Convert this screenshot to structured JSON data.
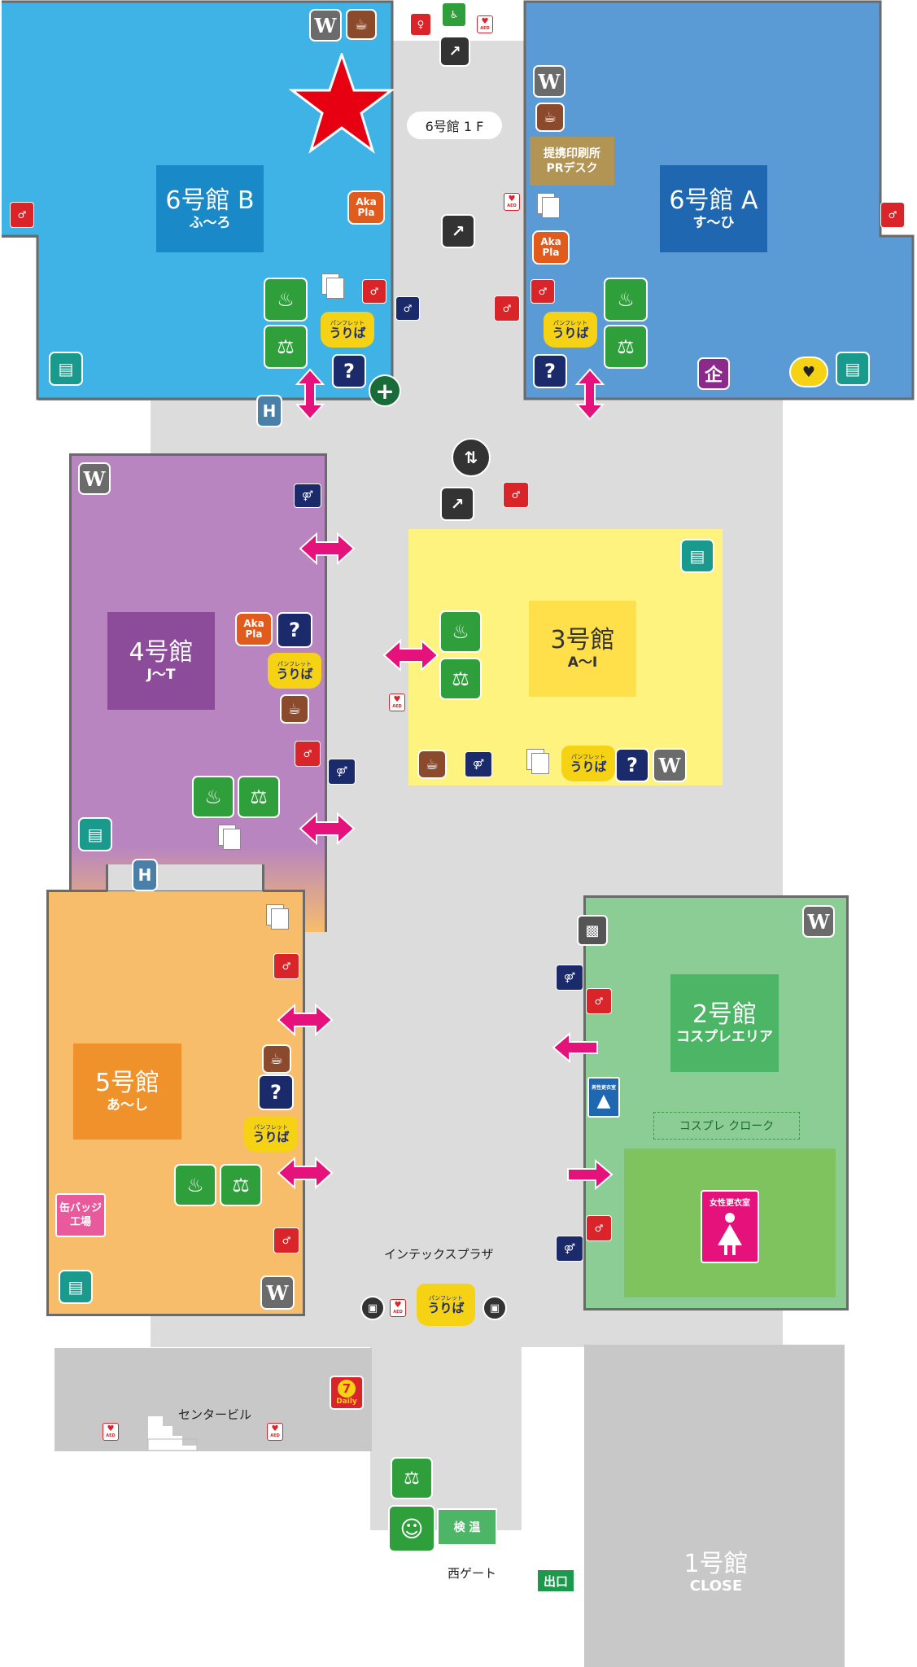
{
  "halls": {
    "h6b": {
      "name": "6号館 B",
      "range": "ふ～ろ",
      "fill": "#3fb3e6",
      "label_bg": "#1a89c8"
    },
    "h6a": {
      "name": "6号館 A",
      "range": "す～ひ",
      "fill": "#5b9bd5",
      "label_bg": "#1f67b0"
    },
    "h4": {
      "name": "4号館",
      "range": "J～T",
      "fill": "#b885c0",
      "label_bg": "#8d4c99"
    },
    "h3": {
      "name": "3号館",
      "range": "A～I",
      "fill": "#fff380",
      "label_bg": "#ffe04a"
    },
    "h5": {
      "name": "5号館",
      "range": "あ～し",
      "fill": "#f7bd6a",
      "label_bg": "#f0922b"
    },
    "h2": {
      "name": "2号館",
      "range": "コスプレエリア",
      "fill": "#8ccd96",
      "label_bg": "#4cb566"
    },
    "h1": {
      "name": "1号館",
      "range": "CLOSE",
      "fill": "#c8c8c8"
    }
  },
  "labels": {
    "floor": "6号館 1 F",
    "pr_desk_line1": "提携印刷所",
    "pr_desk_line2": "PRデスク",
    "intex_plaza": "インテックスプラザ",
    "center_bldg": "センタービル",
    "west_gate": "西ゲート",
    "exit": "出口",
    "cosplay_cloak": "コスプレ クローク",
    "women_dressing": "女性更衣室",
    "can_badge_line1": "缶バッジ",
    "can_badge_line2": "工場",
    "temp_check": "検 温",
    "corp_booth": "企",
    "unisex_dressing": "男性更衣室",
    "daily": "Daily"
  },
  "icon_text": {
    "w": "W",
    "help": "?",
    "aka_line1": "Aka",
    "aka_line2": "Pla",
    "pamph_top": "パンフレット",
    "pamph_main": "うりば",
    "aed": "AED",
    "first_aid": "+",
    "seven": "7"
  },
  "colors": {
    "aisle": "#dcdcdc",
    "arrow": "#e4127a",
    "wc_red": "#d9242a",
    "help_navy": "#1b2a6b",
    "star": "#e60012",
    "women_pink": "#e4127a",
    "cosplay_green": "#7ec35e"
  }
}
